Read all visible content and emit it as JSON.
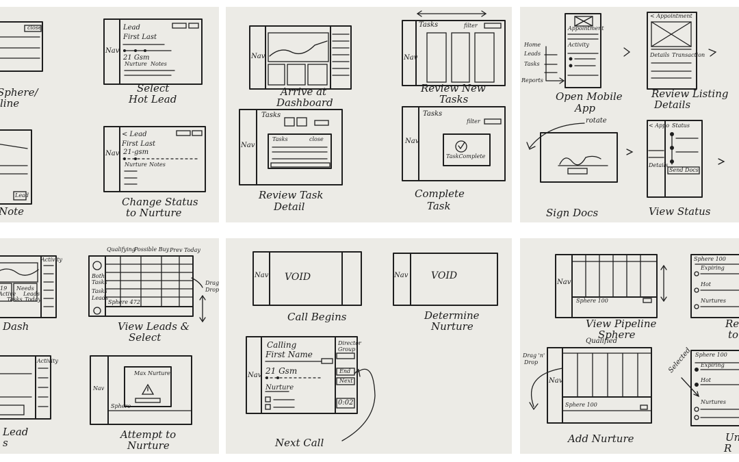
{
  "panel1": {
    "cut_close": "close",
    "cut_caption": [
      "Sphere/",
      "line"
    ],
    "lead_title": "Lead",
    "lead_first_last": "First Last",
    "lead_nav": "Nav",
    "lead_gsm": "21 Gsm",
    "lead_tabs": [
      "Nurture",
      "Notes"
    ],
    "select_caption": [
      "Select",
      "Hot Lead"
    ],
    "cut2_caption": "Note",
    "cut2_btn": "Lead",
    "status_title": "< Lead",
    "status_first_last": "First Last",
    "status_nav": "Nav",
    "status_gsm": "21-gsm",
    "status_tabs": [
      "Nurture",
      "Notes"
    ],
    "status_caption": [
      "Change Status",
      "to Nurture"
    ]
  },
  "panel2": {
    "nav": "Nav",
    "dash_caption": [
      "Arrive at",
      "Dashboard"
    ],
    "tasks_title": "Tasks",
    "tasks_filter": "filter",
    "tasks_caption": [
      "Review New",
      "Tasks"
    ],
    "detail_tasks": "Tasks",
    "detail_inner": "Tasks",
    "detail_close": "close",
    "detail_caption": [
      "Review Task",
      "Detail"
    ],
    "complete_tasks": "Tasks",
    "complete_filter": "filter",
    "complete_modal": "TaskComplete",
    "complete_caption": [
      "Complete",
      "Task"
    ]
  },
  "panel3": {
    "app_header": "Appointment",
    "app_activity": "Activity",
    "side_labels": [
      "Home",
      "Leads",
      "Tasks",
      "Reports"
    ],
    "open_caption": [
      "Open Mobile",
      "App"
    ],
    "rotate": "rotate",
    "listing_header": "< Appointment",
    "listing_tabs": [
      "Details",
      "Transaction"
    ],
    "listing_caption": [
      "Review Listing",
      "Details"
    ],
    "sign_caption": "Sign Docs",
    "status_app": "< Appo",
    "status_label": "Status",
    "status_details": "Details",
    "status_send": "Send Docs",
    "status_caption": "View Status"
  },
  "panel4": {
    "dash_header": "Activity",
    "dash_tabs": [
      "19",
      "Active",
      "Needs",
      "Tasks",
      "Today",
      "Leads"
    ],
    "dash_caption": "Dash",
    "leads_headers": [
      "Qualifying",
      "Possible Buy",
      "Prev Today"
    ],
    "leads_side": [
      "Both",
      "Tasks",
      "Tasks",
      "Leads"
    ],
    "leads_footer": "Sphere 472",
    "drag": [
      "Drag",
      "Drop"
    ],
    "leads_caption": [
      "View Leads &",
      "Select"
    ],
    "cut_header": "Activity",
    "cut_caption": [
      "Lead",
      "s"
    ],
    "nurture_modal": "Max Nurture",
    "nurture_sphere": "Sphere",
    "nurture_nav": "Nav",
    "nurture_caption": [
      "Attempt to",
      "Nurture"
    ]
  },
  "panel5": {
    "nav": "Nav",
    "void1": "VOID",
    "call_caption": "Call Begins",
    "void2": "VOID",
    "det_caption": [
      "Determine",
      "Nurture"
    ],
    "calling": "Calling",
    "first_name": "First Name",
    "gsm": "21 Gsm",
    "nurture": "Nurture",
    "side_btns": [
      "Director",
      "Group",
      "End",
      "Next"
    ],
    "timer": "0:02",
    "next_caption": "Next Call"
  },
  "panel6": {
    "nav": "Nav",
    "pipe_footer": "Sphere 100",
    "pipe_caption": [
      "View Pipeline",
      "Sphere"
    ],
    "qualified": "Qualified",
    "drag": [
      "Drag 'n'",
      "Drop"
    ],
    "add_footer": "Sphere 100",
    "add_caption": "Add Nurture",
    "ret_header": "Sphere 100",
    "ret_rows": [
      "Expiring",
      "Hot",
      "Nurtures"
    ],
    "ret_caption": [
      "Ret",
      "to"
    ],
    "sel_label": "Selected",
    "sel_header": "Sphere 100",
    "sel_rows": [
      "Expiring",
      "Hot",
      "Nurtures"
    ],
    "sel_caption": [
      "Un",
      "R"
    ]
  }
}
